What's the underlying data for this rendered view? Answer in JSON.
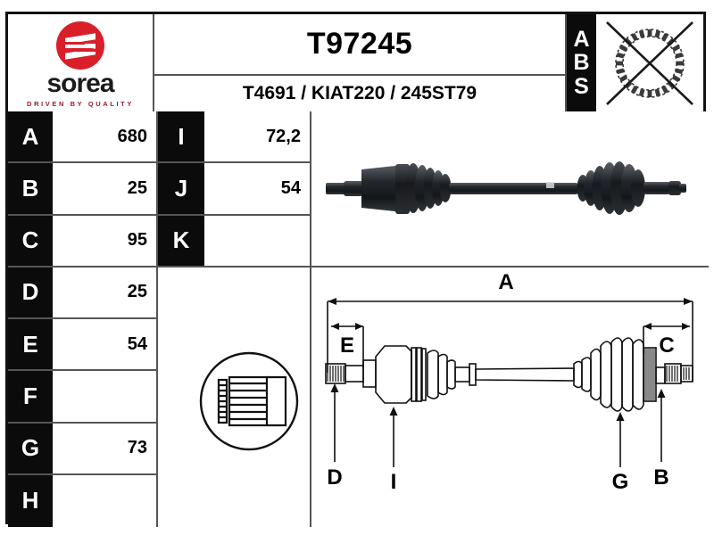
{
  "brand": {
    "logo_icon": "sorea-circle-s-icon",
    "name": "sorea",
    "tagline": "DRIVEN BY QUALITY",
    "logo_color": "#d81f2a",
    "tagline_color": "#9b1b30"
  },
  "header": {
    "title": "T97245",
    "subtitle": "T4691 / KIAT220 / 245ST79",
    "abs": {
      "letters": [
        "A",
        "B",
        "S"
      ],
      "icon": "abs-ring-crossed-out-icon",
      "available": false
    }
  },
  "dimensions_left": [
    {
      "key": "A",
      "value": "680"
    },
    {
      "key": "B",
      "value": "25"
    },
    {
      "key": "C",
      "value": "95"
    },
    {
      "key": "D",
      "value": "25"
    },
    {
      "key": "E",
      "value": "54"
    },
    {
      "key": "F",
      "value": ""
    },
    {
      "key": "G",
      "value": "73"
    },
    {
      "key": "H",
      "value": ""
    }
  ],
  "dimensions_right": [
    {
      "key": "I",
      "value": "72,2"
    },
    {
      "key": "J",
      "value": "54"
    },
    {
      "key": "K",
      "value": ""
    }
  ],
  "photo": {
    "caption": "",
    "icon": "cv-drive-shaft-photo"
  },
  "schematic": {
    "icon": "cv-drive-shaft-technical-drawing",
    "dimension_labels": [
      "A",
      "E",
      "C"
    ],
    "callout_labels": [
      "D",
      "I",
      "G",
      "B"
    ],
    "labels": {
      "overall": "A",
      "left_span": "E",
      "right_span": "C",
      "left_spline": "D",
      "left_joint": "I",
      "right_boot": "G",
      "right_spline": "B"
    }
  },
  "inset": {
    "icon": "spline-detail-circle-icon"
  },
  "colors": {
    "frame": "#111111",
    "grid": "#555555",
    "key_cell_bg": "#0b0b0b",
    "key_cell_text": "#ffffff",
    "page_bg": "#ffffff"
  }
}
